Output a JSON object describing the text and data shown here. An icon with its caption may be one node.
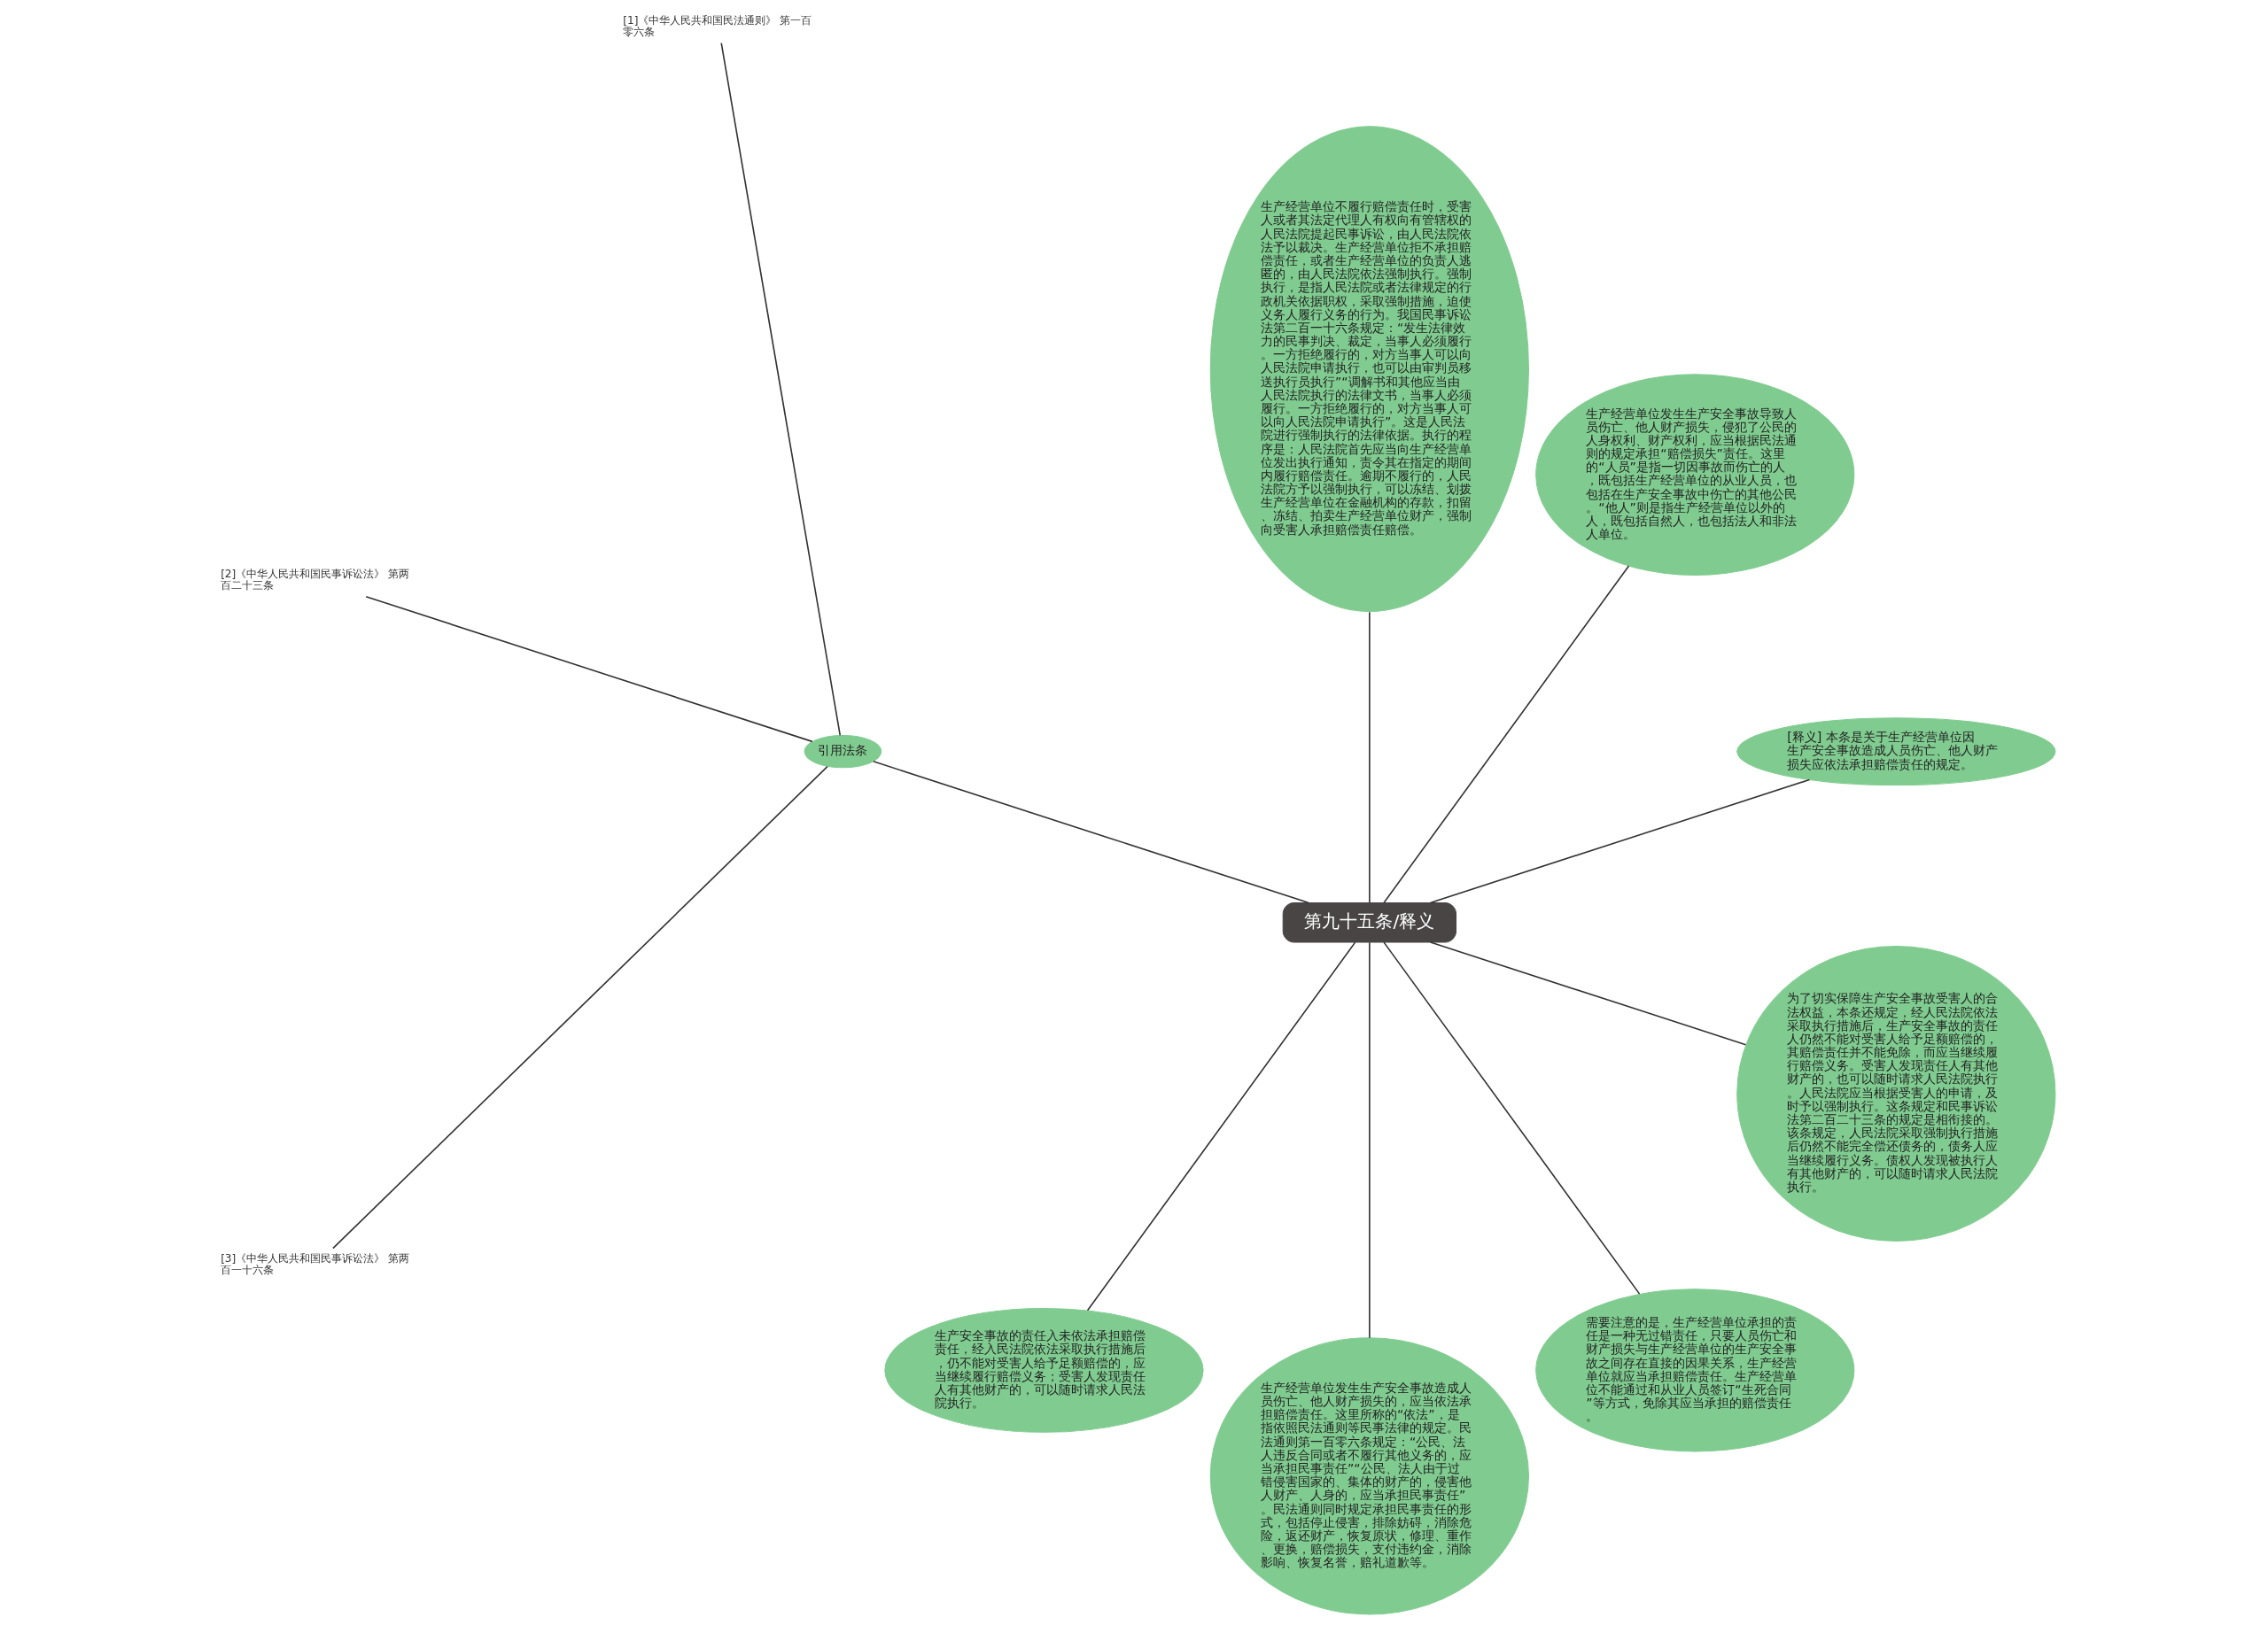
{
  "diagram": {
    "nodes": [
      {
        "text": [
          "第九十五条/释义"
        ]
      },
      {
        "text": [
          "[释义] 本条是关于生产经营单位因生产安全事故造成人员伤亡、他人财产损失应依法承担赔偿责任的规定。"
        ]
      },
      {
        "text": [
          "生产经营单位发生生产安全事故导致人员伤亡、他人财产损失，侵犯了公民的人身权利、财产权利，应当根据民法通则的规定承担“赔偿损失”责任。这里的“人员”是指一切因事故而伤亡的人，既包括生产经营单位的从业人员，也包括在生产安全事故中伤亡的其他公民。“他人”则是指生产经营单位以外的人，既包括自然人，也包括法人和非法人单位。"
        ]
      },
      {
        "text": [
          "生产经营单位不履行赔偿责任时，受害人或者其法定代理人有权向有管辖权的人民法院提起民事诉讼，由人民法院依法予以裁决。生产经营单位拒不承担赔偿责任，或者生产经营单位的负责人逃匿的，由人民法院依法强制执行。强制执行，是指人民法院或者法律规定的行政机关依据职权，采取强制措施，迫使义务人履行义务的行为。我国民事诉讼法第二百一十六条规定：“发生法律效力的民事判决、裁定，当事人必须履行。一方拒绝履行的，对方当事人可以向人民法院申请执行，也可以由审判员移送执行员执行”“调解书和其他应当由人民法院执行的法律文书，当事人必须履行。一方拒绝履行的，对方当事人可以向人民法院申请执行”。这是人民法院进行强制执行的法律依据。执行的程序是：人民法院首先应当向生产经营单位发出执行通知，责令其在指定的期间内履行赔偿责任。逾期不履行的，人民法院方予以强制执行，可以冻结、划拨生产经营单位在金融机构的存款，扣留、冻结、拍卖生产经营单位财产，强制向受害人承担赔偿责任赔偿。"
        ]
      },
      {
        "text": [
          "引用法条"
        ]
      },
      {
        "text": [
          "生产安全事故的责任入未依法承担赔偿责任，经入民法院依法采取执行措施后，仍不能对受害人给予足额赔偿的，应当继续履行赔偿义务；受害人发现责任人有其他财产的，可以随时请求人民法院执行。"
        ]
      },
      {
        "text": [
          "生产经营单位发生生产安全事故造成人员伤亡、他人财产损失的，应当依法承担赔偿责任。这里所称的“依法”，是指依照民法通则等民事法律的规定。民法通则第一百零六条规定：“公民、法人违反合同或者不履行其他义务的，应当承担民事责任”“公民、法人由于过错侵害国家的、集体的财产的，侵害他人财产、人身的，应当承担民事责任”。民法通则同时规定承担民事责任的形式，包括停止侵害，排除妨碍，消除危险，返还财产，恢复原状，修理、重作、更换，赔偿损失，支付违约金，消除影响、恢复名誉，赔礼道歉等。"
        ]
      },
      {
        "text": [
          "需要注意的是，生产经营单位承担的责任是一种无过错责任，只要人员伤亡和财产损失与生产经营单位的生产安全事故之间存在直接的因果关系，生产经营单位就应当承担赔偿责任。生产经营单位不能通过和从业人员签订“生死合同”等方式，免除其应当承担的赔偿责任。"
        ]
      },
      {
        "text": [
          "为了切实保障生产安全事故受害人的合法权益，本条还规定，经人民法院依法采取执行措施后，生产安全事故的责任人仍然不能对受害人给予足额赔偿的，其赔偿责任并不能免除，而应当继续履行赔偿义务。受害人发现责任人有其他财产的，也可以随时请求人民法院执行。人民法院应当根据受害人的申请，及时予以强制执行。这条规定和民事诉讼法第二百二十三条的规定是相衔接的。该条规定，人民法院采取强制执行措施后仍然不能完全偿还债务的，债务人应当继续履行义务。债权人发现被执行人有其他财产的，可以随时请求人民法院执行。"
        ]
      },
      {
        "text": [
          "[1]《中华人民共和国民法通则》 第一百零六条"
        ]
      },
      {
        "text": [
          "[2]《中华人民共和国民事诉讼法》 第两百二十三条"
        ]
      },
      {
        "text": [
          "[3]《中华人民共和国民事诉讼法》 第两百一十六条"
        ]
      }
    ],
    "edges": [
      {
        "from": 0,
        "to": 1,
        "arrow": "none"
      },
      {
        "from": 0,
        "to": 2,
        "arrow": "none"
      },
      {
        "from": 0,
        "to": 3,
        "arrow": "none"
      },
      {
        "from": 0,
        "to": 4,
        "arrow": "none"
      },
      {
        "from": 0,
        "to": 5,
        "arrow": "none"
      },
      {
        "from": 0,
        "to": 6,
        "arrow": "none"
      },
      {
        "from": 0,
        "to": 7,
        "arrow": "none"
      },
      {
        "from": 0,
        "to": 8,
        "arrow": "none"
      },
      {
        "from": 4,
        "to": 9,
        "arrow": "none"
      },
      {
        "from": 4,
        "to": 10,
        "arrow": "none"
      },
      {
        "from": 4,
        "to": 11,
        "arrow": "none"
      }
    ]
  }
}
